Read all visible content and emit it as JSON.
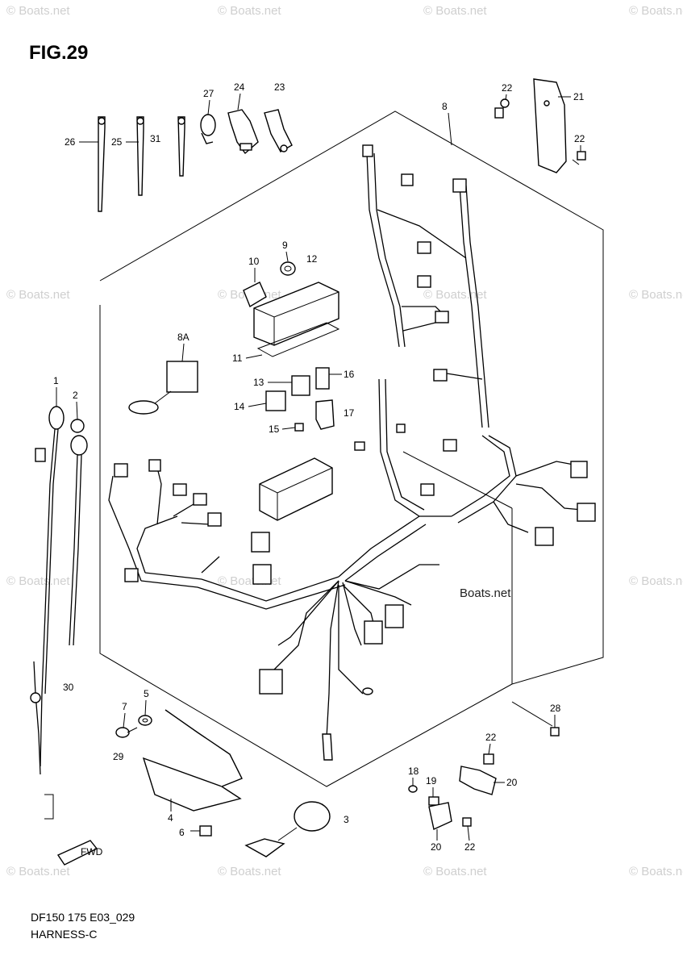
{
  "figure": {
    "title": "FIG.29",
    "code": "DF150 175 E03_029",
    "name": "HARNESS-C",
    "watermark": "© Boats.net",
    "watermark_inline": "Boats.net",
    "front_marker": "FWD"
  },
  "part_labels": {
    "p1": "1",
    "p2": "2",
    "p3": "3",
    "p4": "4",
    "p5": "5",
    "p6": "6",
    "p7": "7",
    "p8": "8",
    "p8a": "8A",
    "p9": "9",
    "p10": "10",
    "p11": "11",
    "p12": "12",
    "p13": "13",
    "p14": "14",
    "p15": "15",
    "p16": "16",
    "p17": "17",
    "p18": "18",
    "p19": "19",
    "p20a": "20",
    "p20b": "20",
    "p21": "21",
    "p22a": "22",
    "p22b": "22",
    "p22c": "22",
    "p22d": "22",
    "p23": "23",
    "p24": "24",
    "p25": "25",
    "p26": "26",
    "p27": "27",
    "p28": "28",
    "p29": "29",
    "p30": "30",
    "p31": "31"
  }
}
